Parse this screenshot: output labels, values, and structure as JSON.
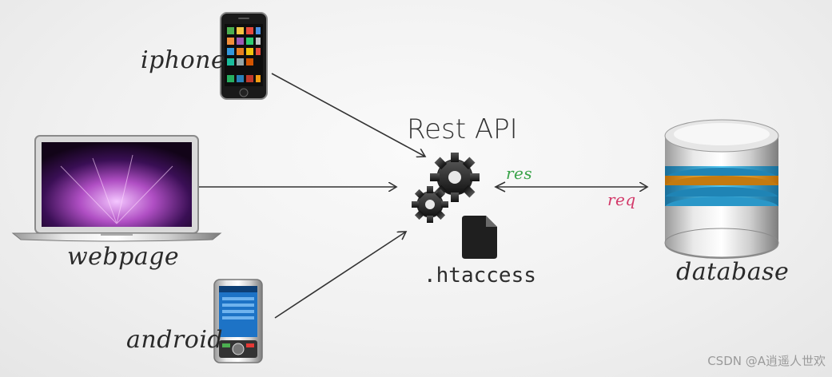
{
  "labels": {
    "iphone": "iphone",
    "webpage": "webpage",
    "android": "android",
    "rest_api": "Rest API",
    "htaccess": ".htaccess",
    "database": "database",
    "res": "res",
    "req": "req"
  },
  "watermark": "CSDN @A逍遥人世欢",
  "colors": {
    "res": "#3aa34a",
    "req": "#d33a6a",
    "db_blue": "#2aa3d6",
    "db_orange": "#f0a326"
  },
  "icons": [
    "iphone-icon",
    "laptop-icon",
    "android-phone-icon",
    "gears-icon",
    "file-icon",
    "database-icon"
  ]
}
